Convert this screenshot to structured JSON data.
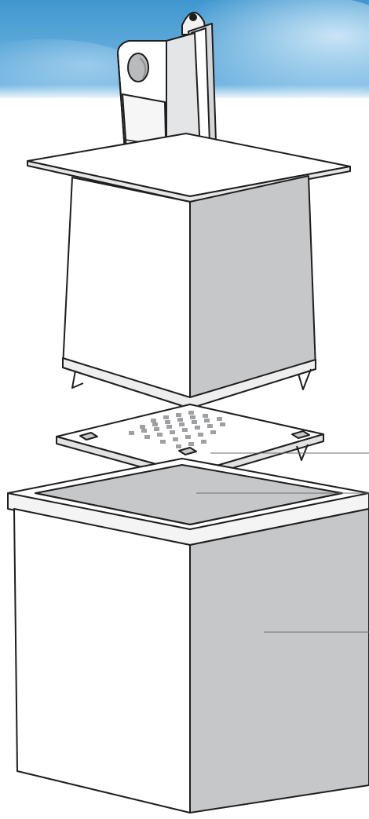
{
  "colors": {
    "sky_top": "#3f97cf",
    "sky_light": "#9fcdec",
    "outline": "#1e1e1e",
    "face_white": "#ffffff",
    "face_light": "#f1f1f2",
    "face_shade": "#c6c7c9",
    "face_dark": "#b4b5b8",
    "leader_line": "#6f6f6f"
  },
  "components": [
    {
      "name": "wall-mounted-device-icon"
    },
    {
      "name": "top-plate"
    },
    {
      "name": "upper-box"
    },
    {
      "name": "perforated-tray"
    },
    {
      "name": "lower-box"
    }
  ]
}
